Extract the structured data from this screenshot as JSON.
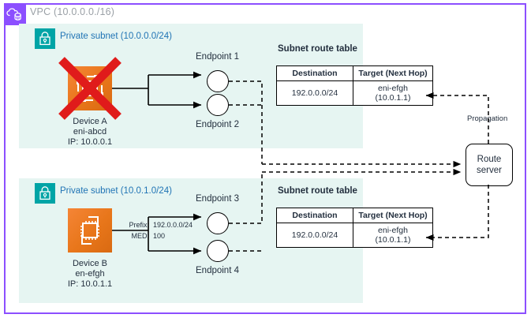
{
  "vpc": {
    "title": "VPC (10.0.0.0./16)",
    "icon": "vpc-cloud-icon",
    "border_color": "#8c4fff"
  },
  "subnets": [
    {
      "label": "Private subnet (10.0.0.0/24)",
      "icon": "lock-icon",
      "icon_color": "#00a4a6",
      "label_color": "#2074b5",
      "background": "#e6f5f2",
      "device": {
        "icon": "network-device-icon",
        "name": "Device A",
        "eni": "eni-abcd",
        "ip": "IP: 10.0.0.1",
        "disabled": true,
        "disabled_marker": "red-x-icon",
        "disabled_color": "#e01b1b"
      },
      "endpoints": [
        {
          "label": "Endpoint 1"
        },
        {
          "label": "Endpoint 2"
        }
      ]
    },
    {
      "label": "Private subnet (10.0.1.0/24)",
      "icon": "lock-icon",
      "icon_color": "#00a4a6",
      "label_color": "#2074b5",
      "background": "#e6f5f2",
      "device": {
        "icon": "network-device-icon",
        "name": "Device B",
        "eni": "en-efgh",
        "ip": "IP: 10.0.1.1",
        "disabled": false
      },
      "endpoints": [
        {
          "label": "Endpoint 3"
        },
        {
          "label": "Endpoint 4"
        }
      ],
      "advertisement": {
        "prefix_label": "Prefix:",
        "prefix_value": "192.0.0.0/24",
        "med_label": "MED:",
        "med_value": "100"
      }
    }
  ],
  "route_tables": [
    {
      "title": "Subnet route table",
      "columns": [
        "Destination",
        "Target (Next Hop)"
      ],
      "rows": [
        {
          "destination": "192.0.0.0/24",
          "target": "eni-efgh\n(10.0.1.1)",
          "target_line1": "eni-efgh",
          "target_line2": "(10.0.1.1)"
        }
      ]
    },
    {
      "title": "Subnet route table",
      "columns": [
        "Destination",
        "Target (Next Hop)"
      ],
      "rows": [
        {
          "destination": "192.0.0.0/24",
          "target": "eni-efgh\n(10.0.1.1)",
          "target_line1": "eni-efgh",
          "target_line2": "(10.0.1.1)"
        }
      ]
    }
  ],
  "route_server": {
    "line1": "Route",
    "line2": "server"
  },
  "annotations": {
    "propagation": "Propagation"
  }
}
